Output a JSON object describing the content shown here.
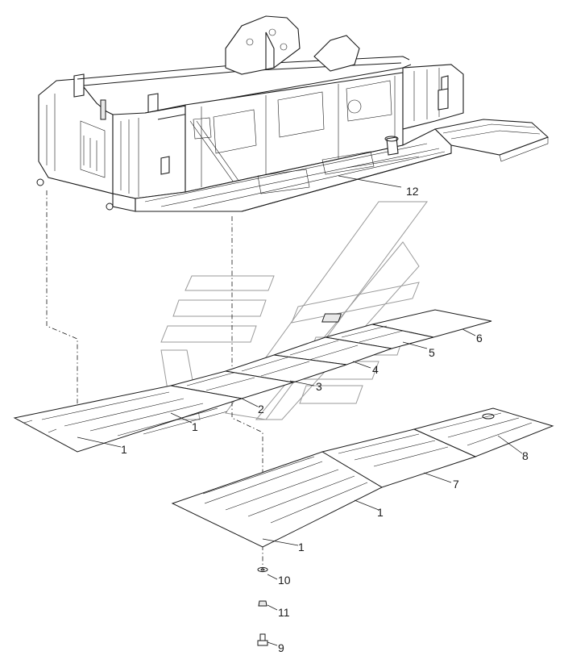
{
  "diagram": {
    "callouts": [
      {
        "id": "c12",
        "label": "12"
      },
      {
        "id": "c6",
        "label": "6"
      },
      {
        "id": "c5",
        "label": "5"
      },
      {
        "id": "c4",
        "label": "4"
      },
      {
        "id": "c3",
        "label": "3"
      },
      {
        "id": "c2",
        "label": "2"
      },
      {
        "id": "c1a",
        "label": "1"
      },
      {
        "id": "c1b",
        "label": "1"
      },
      {
        "id": "c8",
        "label": "8"
      },
      {
        "id": "c7",
        "label": "7"
      },
      {
        "id": "c1c",
        "label": "1"
      },
      {
        "id": "c1d",
        "label": "1"
      },
      {
        "id": "c10",
        "label": "10"
      },
      {
        "id": "c11",
        "label": "11"
      },
      {
        "id": "c9",
        "label": "9"
      }
    ]
  }
}
